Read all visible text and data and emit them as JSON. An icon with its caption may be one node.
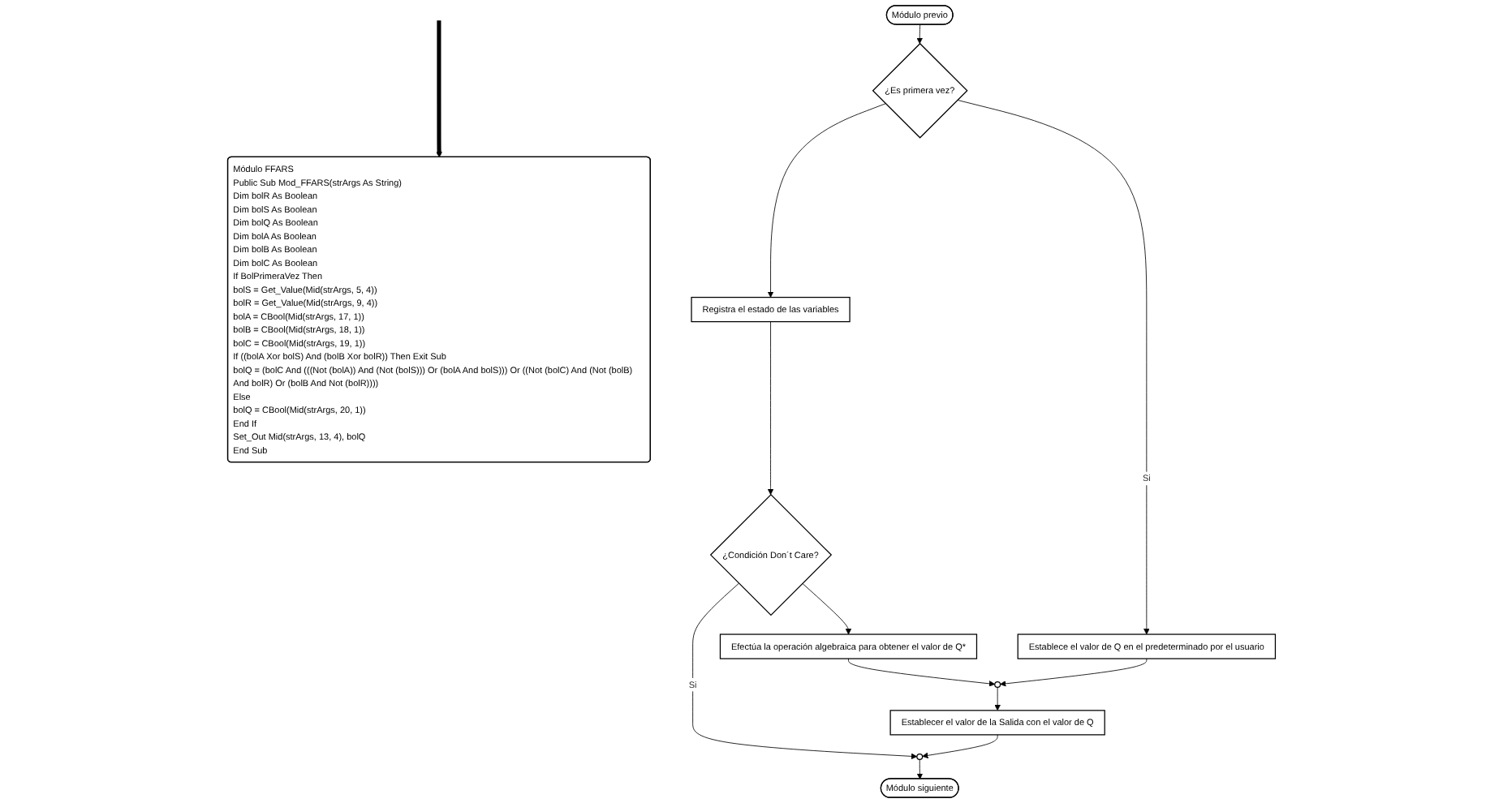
{
  "diagram": {
    "nodes": [
      {
        "text": [
          "Módulo previo"
        ]
      },
      {
        "text": [
          "¿Es primera vez?"
        ]
      },
      {
        "text": [
          "Registra el estado de las variables"
        ]
      },
      {
        "text": [
          "Establece el valor de Q en el predeterminado por el usuario"
        ]
      },
      {
        "text": [
          "¿Condición Don´t Care?"
        ]
      },
      {
        "text": [
          "Efectúa la operación algebraica para obtener el valor de Q*"
        ]
      },
      {
        "text": [],
        "shape": "circle"
      },
      {
        "text": [
          "Establecer el valor de la Salida con el valor de Q"
        ]
      },
      {
        "text": [],
        "shape": "circle"
      },
      {
        "text": [
          "Módulo siguiente"
        ]
      },
      {
        "text": [
          "Módulo FFARS",
          "Public Sub Mod_FFARS(strArgs As String)",
          "Dim bolR As Boolean",
          "Dim bolS As Boolean",
          "Dim bolQ As Boolean",
          "Dim bolA As Boolean",
          "Dim bolB As Boolean",
          "Dim bolC As Boolean",
          "If BolPrimeraVez Then",
          "bolS = Get_Value(Mid(strArgs, 5, 4))",
          "bolR = Get_Value(Mid(strArgs, 9, 4))",
          "bolA = CBool(Mid(strArgs, 17, 1))",
          "bolB = CBool(Mid(strArgs, 18, 1))",
          "bolC = CBool(Mid(strArgs, 19, 1))",
          "If ((bolA Xor bolS) And (bolB Xor bolR)) Then Exit Sub",
          "bolQ = (bolC And (((Not (bolA)) And (Not (bolS))) Or (bolA And bolS))) Or ((Not (bolC) And (Not (bolB) And bolR) Or (bolB And Not (bolR))))",
          "Else",
          "bolQ = CBool(Mid(strArgs, 20, 1))",
          "End If",
          "Set_Out Mid(strArgs, 13, 4), bolQ",
          "End Sub"
        ]
      }
    ],
    "edges": [
      {
        "from": 0,
        "to": 1,
        "arrow": "to"
      },
      {
        "from": 1,
        "to": 3,
        "arrow": "to",
        "label": "Si"
      },
      {
        "from": 1,
        "to": 2,
        "arrow": "to"
      },
      {
        "from": 2,
        "to": 4,
        "arrow": "to"
      },
      {
        "from": 4,
        "to": 5,
        "arrow": "to"
      },
      {
        "from": 4,
        "to": 8,
        "arrow": "to",
        "label": "Si"
      },
      {
        "from": 5,
        "to": 6,
        "arrow": "to"
      },
      {
        "from": 3,
        "to": 6,
        "arrow": "to"
      },
      {
        "from": 6,
        "to": 7,
        "arrow": "to"
      },
      {
        "from": 7,
        "to": 8,
        "arrow": "to"
      },
      {
        "from": 8,
        "to": 9,
        "arrow": "to"
      },
      {
        "from": null,
        "to": 10,
        "arrow": "to",
        "style": "thick"
      }
    ]
  }
}
